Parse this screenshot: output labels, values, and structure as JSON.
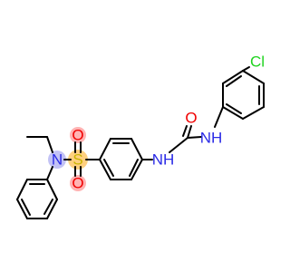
{
  "atoms": {
    "chlorine": {
      "symbol": "Cl"
    },
    "urea_nh_right": {
      "symbol": "NH"
    },
    "urea_oxygen": {
      "symbol": "O"
    },
    "urea_nh_left": {
      "symbol": "NH"
    },
    "sulfur": {
      "symbol": "S"
    },
    "sulfonyl_oxygen_top": {
      "symbol": "O"
    },
    "sulfonyl_oxygen_bottom": {
      "symbol": "O"
    },
    "sulfonamide_nitrogen": {
      "symbol": "N"
    }
  },
  "colors": {
    "bond": "#000000",
    "chlorine": "#1fd31f",
    "nitrogen": "#2a2ae6",
    "oxygen": "#f00000",
    "sulfur": "#c9b400",
    "halo_oxygen": "#ffb3b3",
    "halo_nitrogen": "#c2c2f5",
    "halo_sulfur": "#ffd080"
  }
}
